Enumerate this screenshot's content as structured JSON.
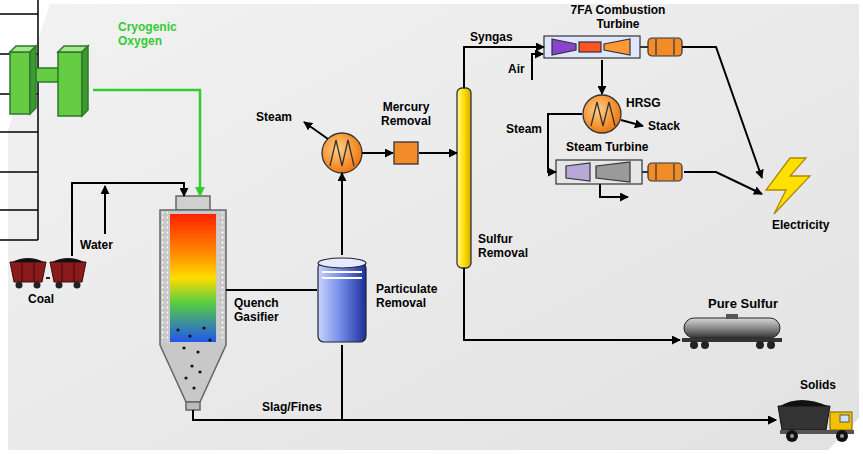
{
  "diagram": {
    "nodes": [
      {
        "text": [
          "Cryogenic Oxygen"
        ]
      },
      {
        "text": [
          "Coal"
        ]
      },
      {
        "text": [
          "Quench Gasifier"
        ]
      },
      {
        "text": [
          "Particulate Removal"
        ]
      },
      {
        "text": [
          "Steam"
        ]
      },
      {
        "text": [
          "Mercury Removal"
        ]
      },
      {
        "text": [
          "Sulfur Removal"
        ]
      },
      {
        "text": [
          "7FA Combustion Turbine"
        ]
      },
      {
        "text": [
          "HRSG"
        ]
      },
      {
        "text": [
          "Steam Turbine"
        ]
      },
      {
        "text": [
          "Electricity"
        ]
      },
      {
        "text": [
          "Pure Sulfur"
        ]
      },
      {
        "text": [
          "Solids"
        ]
      }
    ],
    "edges": [
      {
        "from": 0,
        "to": 2,
        "arrow": "to"
      },
      {
        "from": 1,
        "to": 2,
        "arrow": "to"
      },
      {
        "from": 2,
        "to": 3,
        "arrow": "none"
      },
      {
        "from": 3,
        "to": 4,
        "arrow": "to"
      },
      {
        "from": 4,
        "to": 5,
        "arrow": "to"
      },
      {
        "from": 5,
        "to": 6,
        "arrow": "to"
      },
      {
        "from": 6,
        "to": 7,
        "label": "Syngas",
        "arrow": "to"
      },
      {
        "from": 6,
        "to": 11,
        "arrow": "to"
      },
      {
        "from": 2,
        "to": 12,
        "label": "Slag/Fines",
        "arrow": "to"
      },
      {
        "from": 3,
        "to": 12,
        "arrow": "to"
      },
      {
        "from": 7,
        "to": 8,
        "arrow": "to"
      },
      {
        "from": 8,
        "to": 9,
        "label": "Steam",
        "arrow": "to"
      },
      {
        "from": 7,
        "to": 10,
        "arrow": "to"
      },
      {
        "from": 9,
        "to": 10,
        "arrow": "to"
      }
    ],
    "labels": [
      "Water",
      "Air",
      "Stack"
    ]
  }
}
